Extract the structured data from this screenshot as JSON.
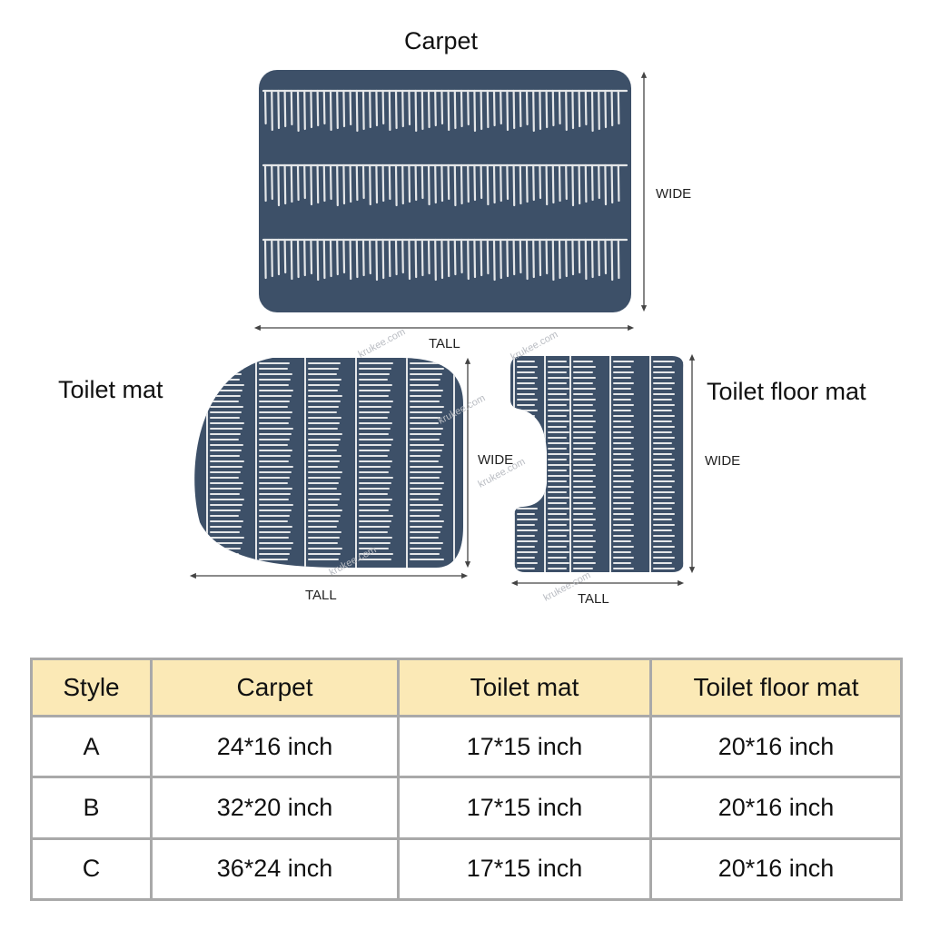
{
  "labels": {
    "carpet": "Carpet",
    "toilet_mat": "Toilet mat",
    "toilet_floor_mat": "Toilet floor mat"
  },
  "dimensions": {
    "wide": "WIDE",
    "tall": "TALL"
  },
  "watermark": "krukee.com",
  "colors": {
    "mat": "#3d5068",
    "stripe": "#e4e6e8",
    "header_bg": "#fbe9b6",
    "border": "#a9a9a9"
  },
  "table": {
    "headers": [
      "Style",
      "Carpet",
      "Toilet mat",
      "Toilet floor mat"
    ],
    "rows": [
      [
        "A",
        "24*16 inch",
        "17*15 inch",
        "20*16 inch"
      ],
      [
        "B",
        "32*20 inch",
        "17*15 inch",
        "20*16 inch"
      ],
      [
        "C",
        "36*24 inch",
        "17*15 inch",
        "20*16 inch"
      ]
    ]
  }
}
